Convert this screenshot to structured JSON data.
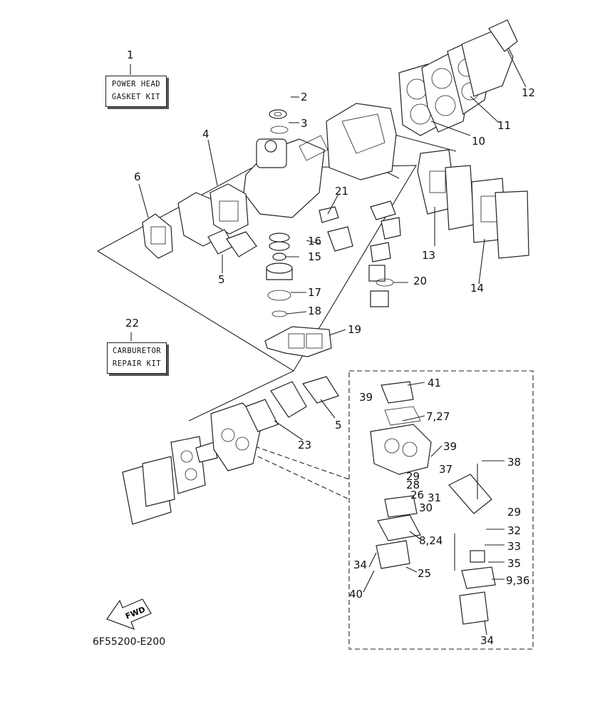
{
  "kits": [
    {
      "number": "1",
      "line1": "POWER HEAD",
      "line2": "GASKET KIT"
    },
    {
      "number": "22",
      "line1": "CARBURETOR",
      "line2": "REPAIR KIT"
    }
  ],
  "callouts": [
    "2",
    "3",
    "4",
    "5",
    "6",
    "10",
    "11",
    "12",
    "13",
    "14",
    "15",
    "16",
    "17",
    "18",
    "19",
    "20",
    "21",
    "23",
    "5",
    "39",
    "41",
    "7,27",
    "39",
    "37",
    "38",
    "29",
    "28",
    "26",
    "30",
    "31",
    "29",
    "32",
    "8,24",
    "33",
    "35",
    "34",
    "25",
    "9,36",
    "40",
    "34"
  ],
  "fwd_label": "FWD",
  "part_number": "6F55200-E200"
}
